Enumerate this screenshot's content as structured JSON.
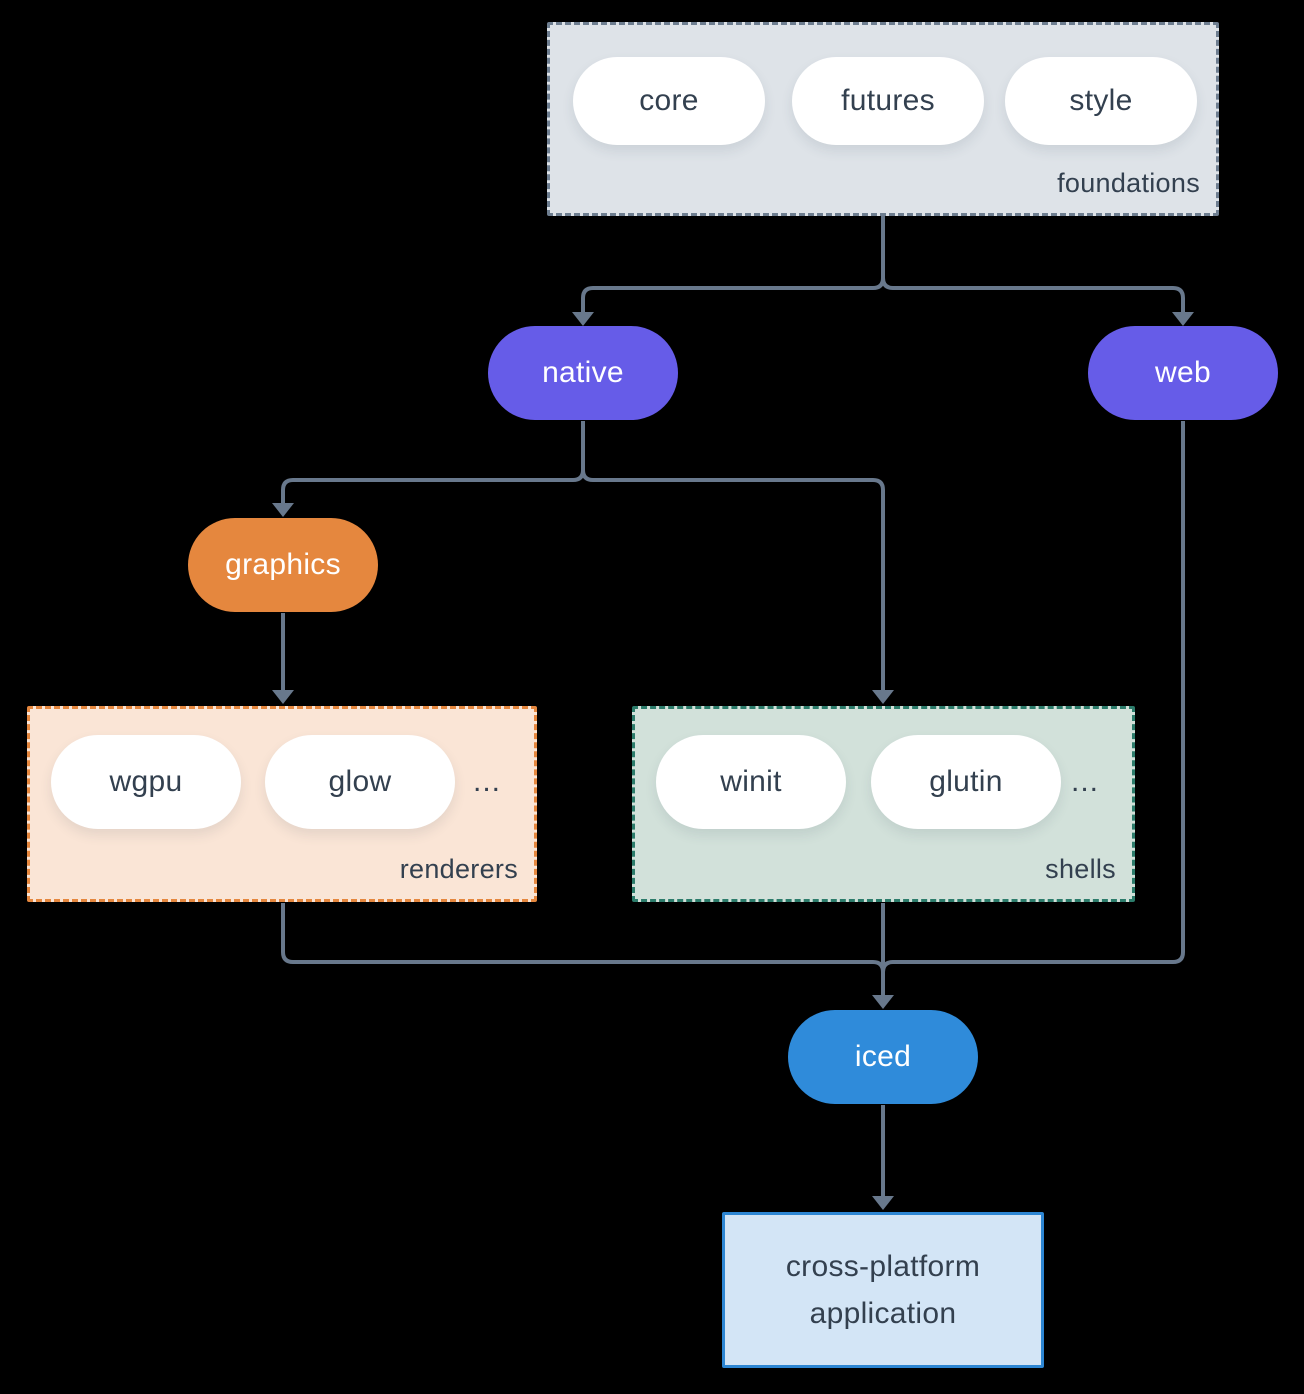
{
  "canvas": {
    "background": "#000000",
    "connector_color": "#68788c",
    "dark_text_color": "#33404f"
  },
  "groups": {
    "foundations": {
      "label": "foundations",
      "items": [
        "core",
        "futures",
        "style"
      ],
      "fill": "#dee3e8",
      "border": "#6e7e90"
    },
    "renderers": {
      "label": "renderers",
      "items": [
        "wgpu",
        "glow"
      ],
      "ellipsis": "...",
      "fill": "#fae5d6",
      "border": "#e5873e"
    },
    "shells": {
      "label": "shells",
      "items": [
        "winit",
        "glutin"
      ],
      "ellipsis": "...",
      "fill": "#d2e1da",
      "border": "#2c7c6b"
    }
  },
  "nodes": {
    "native": {
      "label": "native",
      "fill": "#665ce8",
      "text": "#ffffff"
    },
    "web": {
      "label": "web",
      "fill": "#665ce8",
      "text": "#ffffff"
    },
    "graphics": {
      "label": "graphics",
      "fill": "#e5873e",
      "text": "#ffffff"
    },
    "iced": {
      "label": "iced",
      "fill": "#2f8bda",
      "text": "#ffffff"
    },
    "application": {
      "line1": "cross-platform",
      "line2": "application",
      "fill": "#d3e5f6",
      "border": "#2d86d3"
    }
  },
  "edges": [
    {
      "from": "foundations",
      "to": "native"
    },
    {
      "from": "foundations",
      "to": "web"
    },
    {
      "from": "native",
      "to": "graphics"
    },
    {
      "from": "native",
      "to": "shells"
    },
    {
      "from": "graphics",
      "to": "renderers"
    },
    {
      "from": "renderers",
      "to": "iced"
    },
    {
      "from": "shells",
      "to": "iced"
    },
    {
      "from": "web",
      "to": "iced"
    },
    {
      "from": "iced",
      "to": "application"
    }
  ]
}
